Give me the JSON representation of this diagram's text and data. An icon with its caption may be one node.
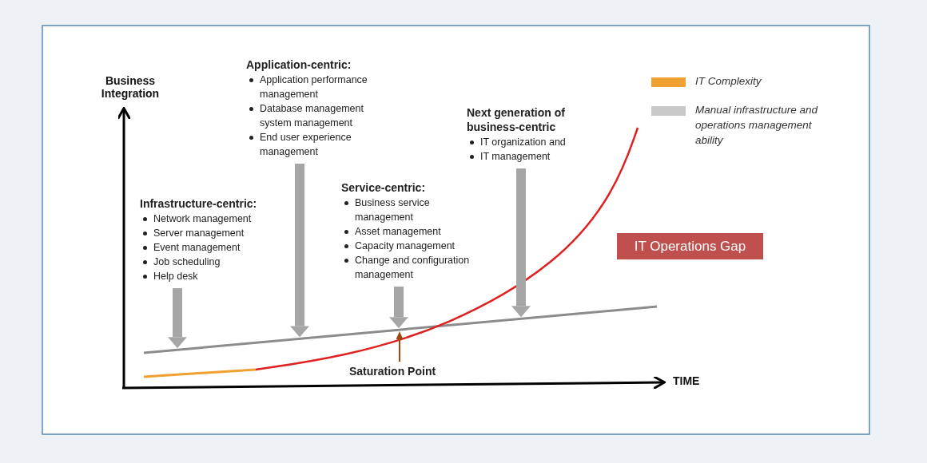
{
  "diagram": {
    "nodes": [
      {
        "text": [
          "Infrastructure-centric:",
          "Network management",
          "Server management",
          "Event management",
          "Job scheduling",
          "Help desk"
        ]
      },
      {
        "text": [
          "Application-centric:",
          "Application performance management",
          "Database management system management",
          "End user experience management"
        ]
      },
      {
        "text": [
          "Service-centric:",
          "Business service management",
          "Asset management",
          "Capacity management",
          "Change and configuration management"
        ]
      },
      {
        "text": [
          "Next generation of business-centric",
          "IT organization and",
          "IT management"
        ]
      },
      {
        "text": [
          "IT Operations Gap"
        ]
      },
      {
        "text": [
          "Saturation Point"
        ]
      },
      {
        "text": [],
        "shape": "line"
      }
    ],
    "edges": [
      {
        "from": 0,
        "to": 6,
        "arrow": "to"
      },
      {
        "from": 1,
        "to": 6,
        "arrow": "to"
      },
      {
        "from": 2,
        "to": 6,
        "arrow": "to"
      },
      {
        "from": 3,
        "to": 6,
        "arrow": "to"
      },
      {
        "from": 5,
        "to": 6,
        "arrow": "to",
        "color": "#9c4a0c"
      }
    ],
    "labels": [
      "Business Integration",
      "TIME"
    ],
    "legend": [
      {
        "text": "IT Complexity",
        "color": "#f0a030"
      },
      {
        "text": "Manual infrastructure and operations management ability",
        "color": "#c8c8c8"
      }
    ]
  }
}
